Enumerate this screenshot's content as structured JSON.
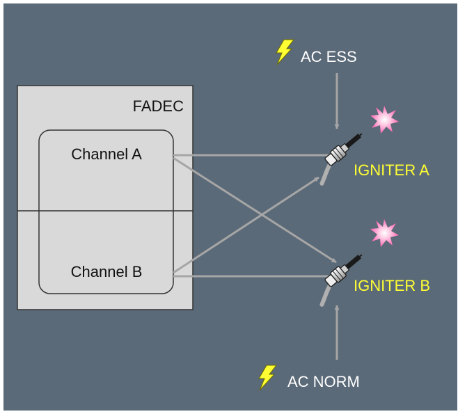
{
  "fadec": {
    "title": "FADEC",
    "channel_a": "Channel A",
    "channel_b": "Channel B"
  },
  "igniters": {
    "a": "IGNITER A",
    "b": "IGNITER B"
  },
  "power": {
    "ess": "AC ESS",
    "norm": "AC NORM"
  },
  "icons": {
    "power": "lightning-bolt-icon",
    "spark": "spark-burst-icon",
    "igniter": "igniter-plug-icon"
  },
  "colors": {
    "background": "#5b6a78",
    "box": "#d9d9d9",
    "arrow": "#a6a6a6",
    "igniter_label": "#ffff33",
    "bolt": "#ffff33",
    "spark": "#ff99cc"
  }
}
